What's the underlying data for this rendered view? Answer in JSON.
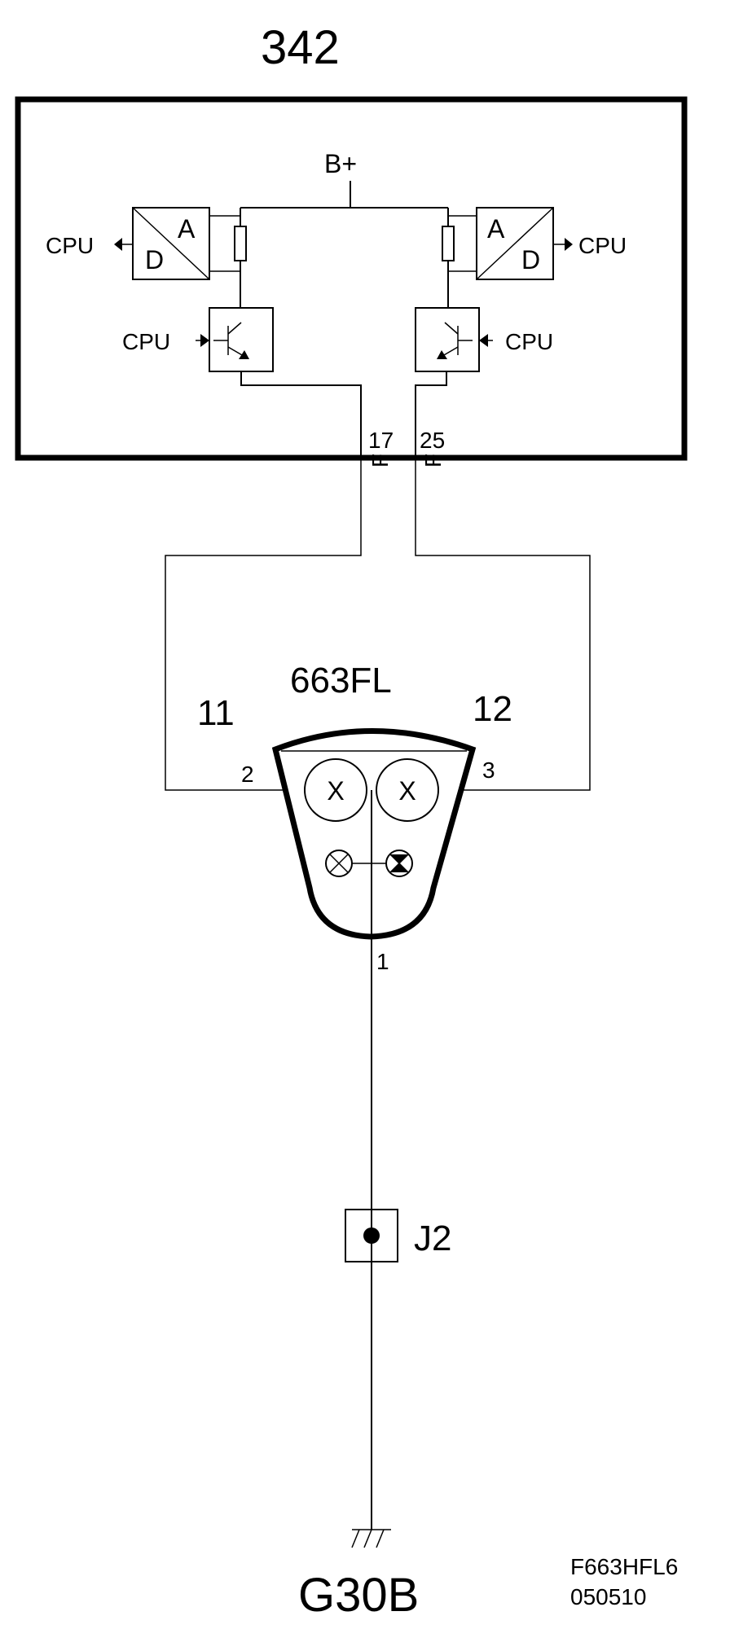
{
  "module": {
    "id": "342",
    "supply_label": "B+",
    "cpu_label": "CPU",
    "adc_a": "A",
    "adc_d": "D",
    "pin_left": "17",
    "pin_right": "25",
    "connector_letter": "F"
  },
  "component": {
    "id": "663FL",
    "left_wire_id": "11",
    "right_wire_id": "12",
    "pin_left": "2",
    "pin_right": "3",
    "pin_ground": "1",
    "element_mark": "X"
  },
  "junction": {
    "id": "J2"
  },
  "ground": {
    "id": "G30B"
  },
  "drawing": {
    "code": "F663HFL6",
    "date": "050510"
  }
}
